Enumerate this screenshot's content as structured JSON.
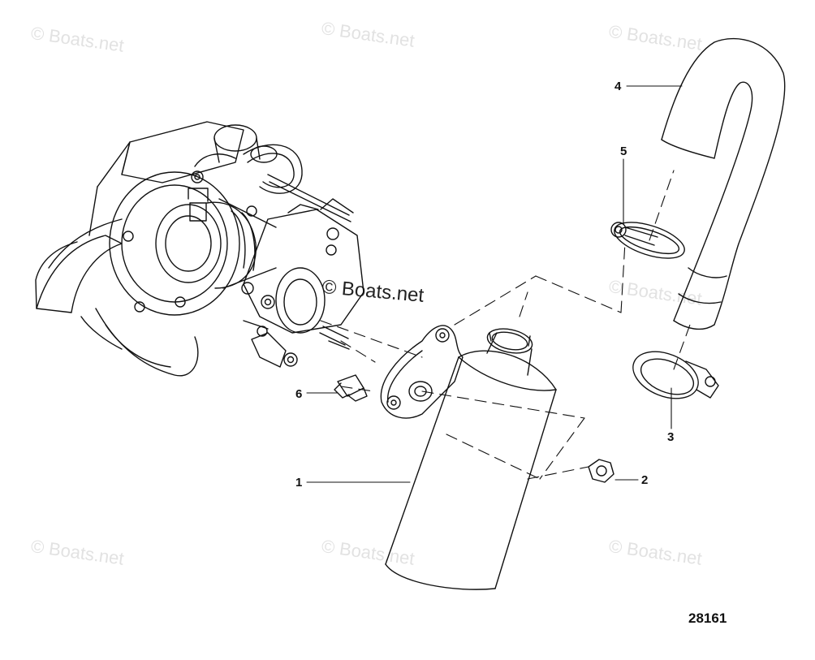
{
  "watermark": {
    "text": "© Boats.net"
  },
  "callouts": {
    "c1": "1",
    "c2": "2",
    "c3": "3",
    "c4": "4",
    "c5": "5",
    "c6": "6"
  },
  "figure_number": "28161",
  "colors": {
    "line": "#111111",
    "watermark": "#e2e2e2",
    "background": "#ffffff"
  }
}
